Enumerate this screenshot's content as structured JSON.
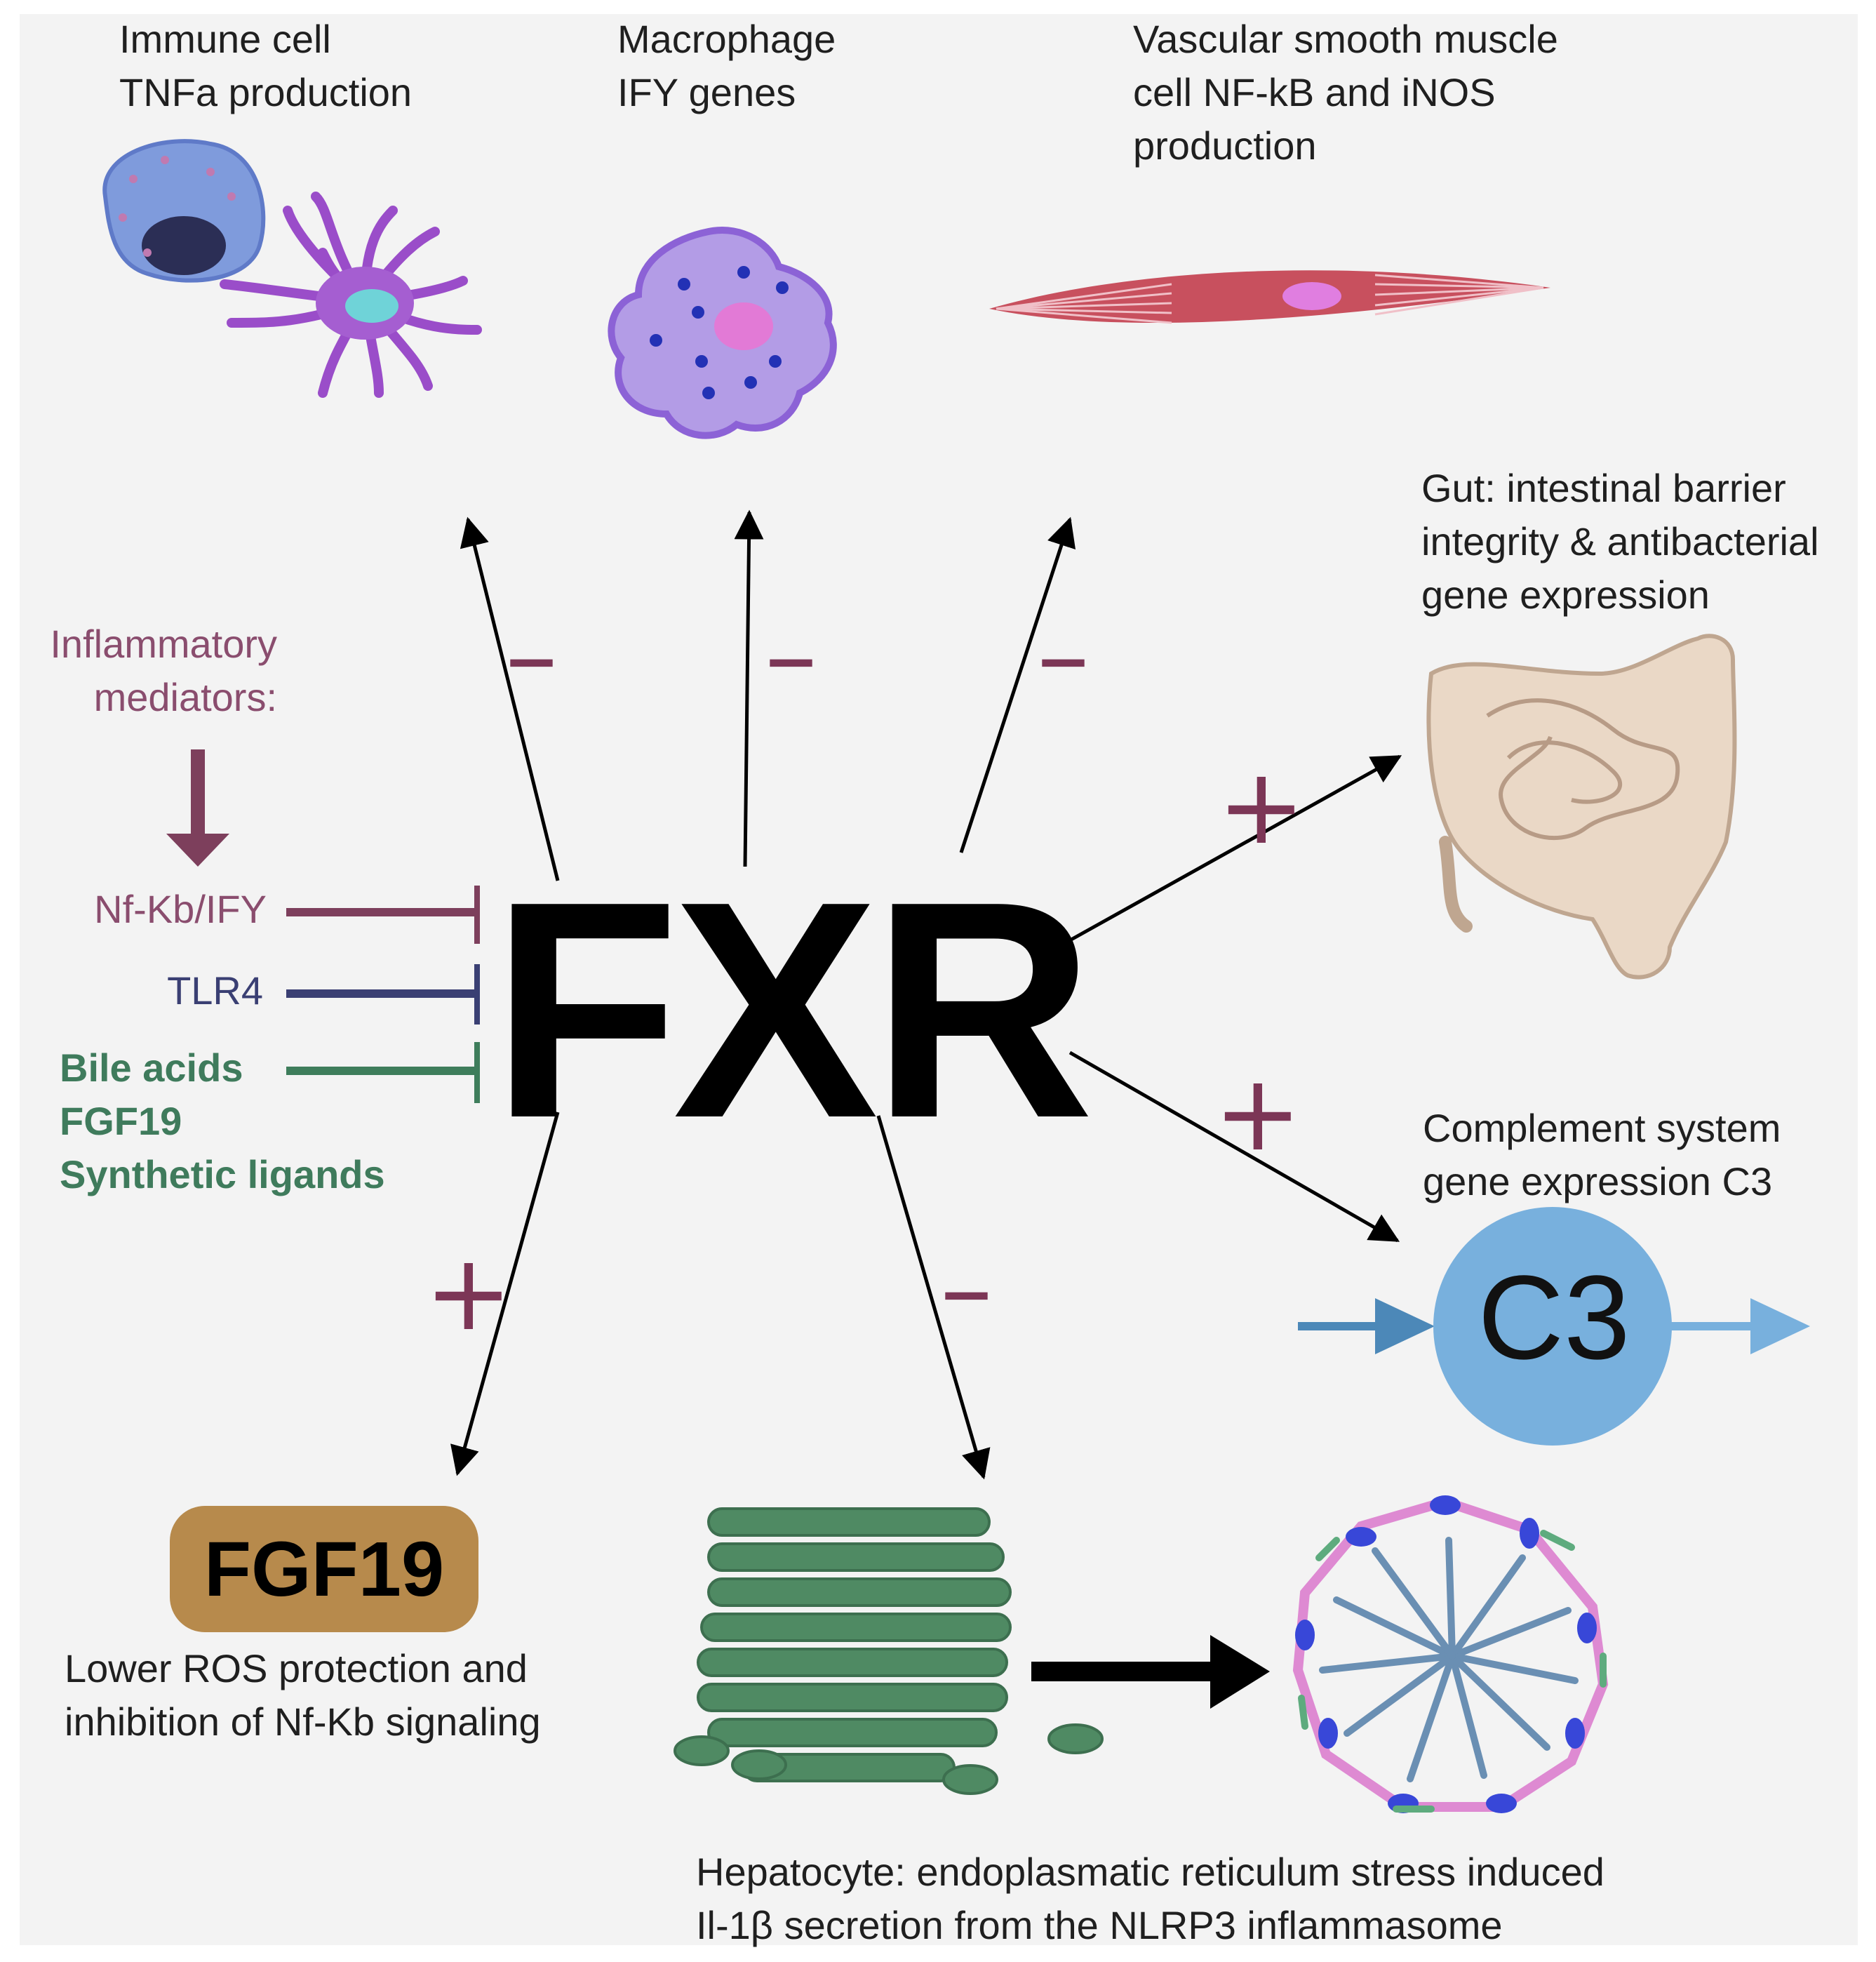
{
  "labels": {
    "immune": "Immune cell\nTNFa production",
    "macrophage": "Macrophage\nIFY genes",
    "vsmc": "Vascular smooth muscle\ncell NF-kB and iNOS\nproduction",
    "gut": "Gut: intestinal barrier\nintegrity & antibacterial\ngene expression",
    "inflammatory": "Inflammatory\nmediators:",
    "nfkb": "Nf-Kb/IFY",
    "tlr4": "TLR4",
    "ligands": "Bile acids\nFGF19\nSynthetic ligands",
    "center": "FXR",
    "complement": "Complement system\ngene expression C3",
    "c3": "C3",
    "fgf19_box": "FGF19",
    "fgf19_desc": "Lower ROS protection and\ninhibition of Nf-Kb signaling",
    "hepatocyte": "Hepatocyte: endoplasmatic reticulum stress induced\nIl-1β secretion from the NLRP3 inflammasome"
  },
  "signs": {
    "immune": "–",
    "macrophage": "–",
    "vsmc": "–",
    "gut": "+",
    "complement": "+",
    "fgf19": "+",
    "hepatocyte": "–"
  },
  "colors": {
    "background": "#f3f3f3",
    "sign": "#7c3656",
    "inflammatory": "#8a4d6e",
    "tlr4": "#3a3f73",
    "ligands": "#3f7b5c",
    "c3_circle": "#78b0dd",
    "fgf19_box": "#b78a4c",
    "er": "#4f8a63"
  },
  "icons": [
    "immune-cell-icon",
    "dendritic-cell-icon",
    "macrophage-icon",
    "smooth-muscle-cell-icon",
    "intestine-icon",
    "c3-circle-icon",
    "endoplasmic-reticulum-icon",
    "inflammasome-icon"
  ]
}
